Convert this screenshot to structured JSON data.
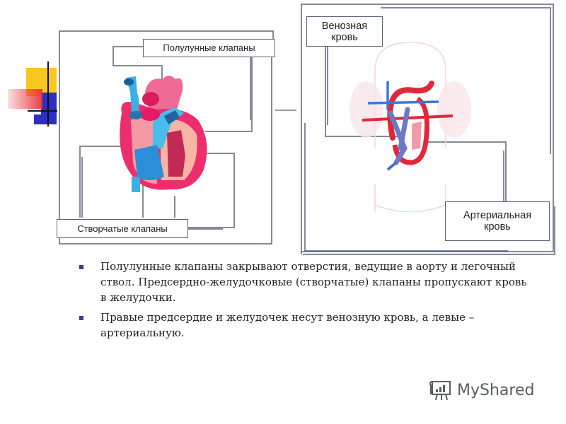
{
  "slide": {
    "left_figure": {
      "top_label": "Полулунные клапаны",
      "bottom_label": "Створчатые клапаны"
    },
    "right_figure": {
      "top_label_line1": "Венозная",
      "top_label_line2": "кровь",
      "bottom_label_line1": "Артериальная",
      "bottom_label_line2": "кровь"
    },
    "bullets": [
      {
        "text": "Полулунные клапаны закрывают отверстия, ведущие в аорту и легочный ствол. Предсердно-желудочковые (створчатые) клапаны пропускают кровь в желудочки."
      },
      {
        "text": "Правые предсердие и желудочек несут венозную кровь, а левые – артериальную."
      }
    ],
    "watermark": {
      "text": "MyShared",
      "icon": "presentation-board-icon"
    }
  },
  "colors": {
    "frame_line": "#5c6478",
    "bullet_marker": "#3b3e9a",
    "deco_yellow": "#f7c81e",
    "deco_red": "#e8333a",
    "deco_blue": "#2b2fc4",
    "artery_red": "#e0283a",
    "vein_blue": "#48b4e8"
  }
}
